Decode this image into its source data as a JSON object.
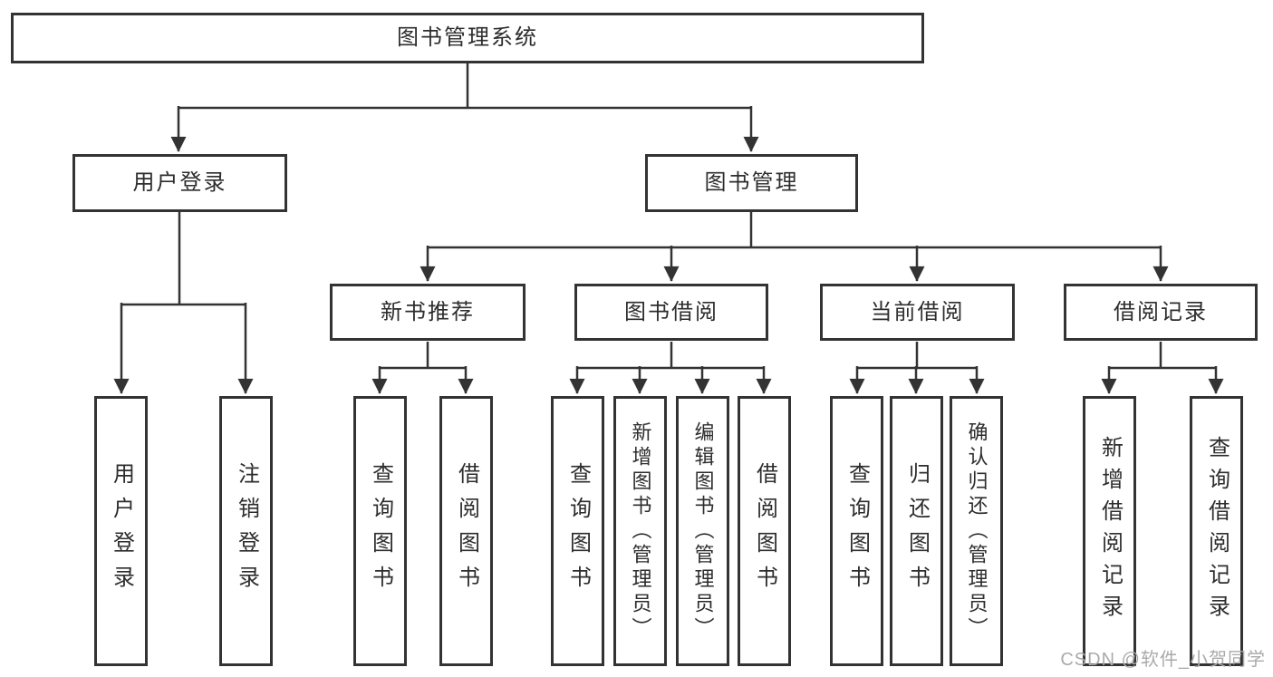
{
  "diagram": {
    "title": "图书管理系统",
    "level2": [
      {
        "label": "用户登录"
      },
      {
        "label": "图书管理"
      }
    ],
    "level3": [
      {
        "label": "新书推荐",
        "parent": "图书管理"
      },
      {
        "label": "图书借阅",
        "parent": "图书管理"
      },
      {
        "label": "当前借阅",
        "parent": "图书管理"
      },
      {
        "label": "借阅记录",
        "parent": "图书管理"
      }
    ],
    "leaves": [
      {
        "label": "用户登录",
        "parent": "用户登录"
      },
      {
        "label": "注销登录",
        "parent": "用户登录"
      },
      {
        "label": "查询图书",
        "parent": "新书推荐"
      },
      {
        "label": "借阅图书",
        "parent": "新书推荐"
      },
      {
        "label": "查询图书",
        "parent": "图书借阅"
      },
      {
        "label": "新增图书（管理员）",
        "parent": "图书借阅"
      },
      {
        "label": "编辑图书（管理员）",
        "parent": "图书借阅"
      },
      {
        "label": "借阅图书",
        "parent": "图书借阅"
      },
      {
        "label": "查询图书",
        "parent": "当前借阅"
      },
      {
        "label": "归还图书",
        "parent": "当前借阅"
      },
      {
        "label": "确认归还（管理员）",
        "parent": "当前借阅"
      },
      {
        "label": "新增借阅记录",
        "parent": "借阅记录"
      },
      {
        "label": "查询借阅记录",
        "parent": "借阅记录"
      }
    ],
    "colors": {
      "line": "#333333",
      "box_border": "#333333",
      "text": "#2d2d2d",
      "background": "#ffffff",
      "watermark": "#aaaaaa"
    },
    "watermark": "CSDN @软件_小贺同学"
  }
}
